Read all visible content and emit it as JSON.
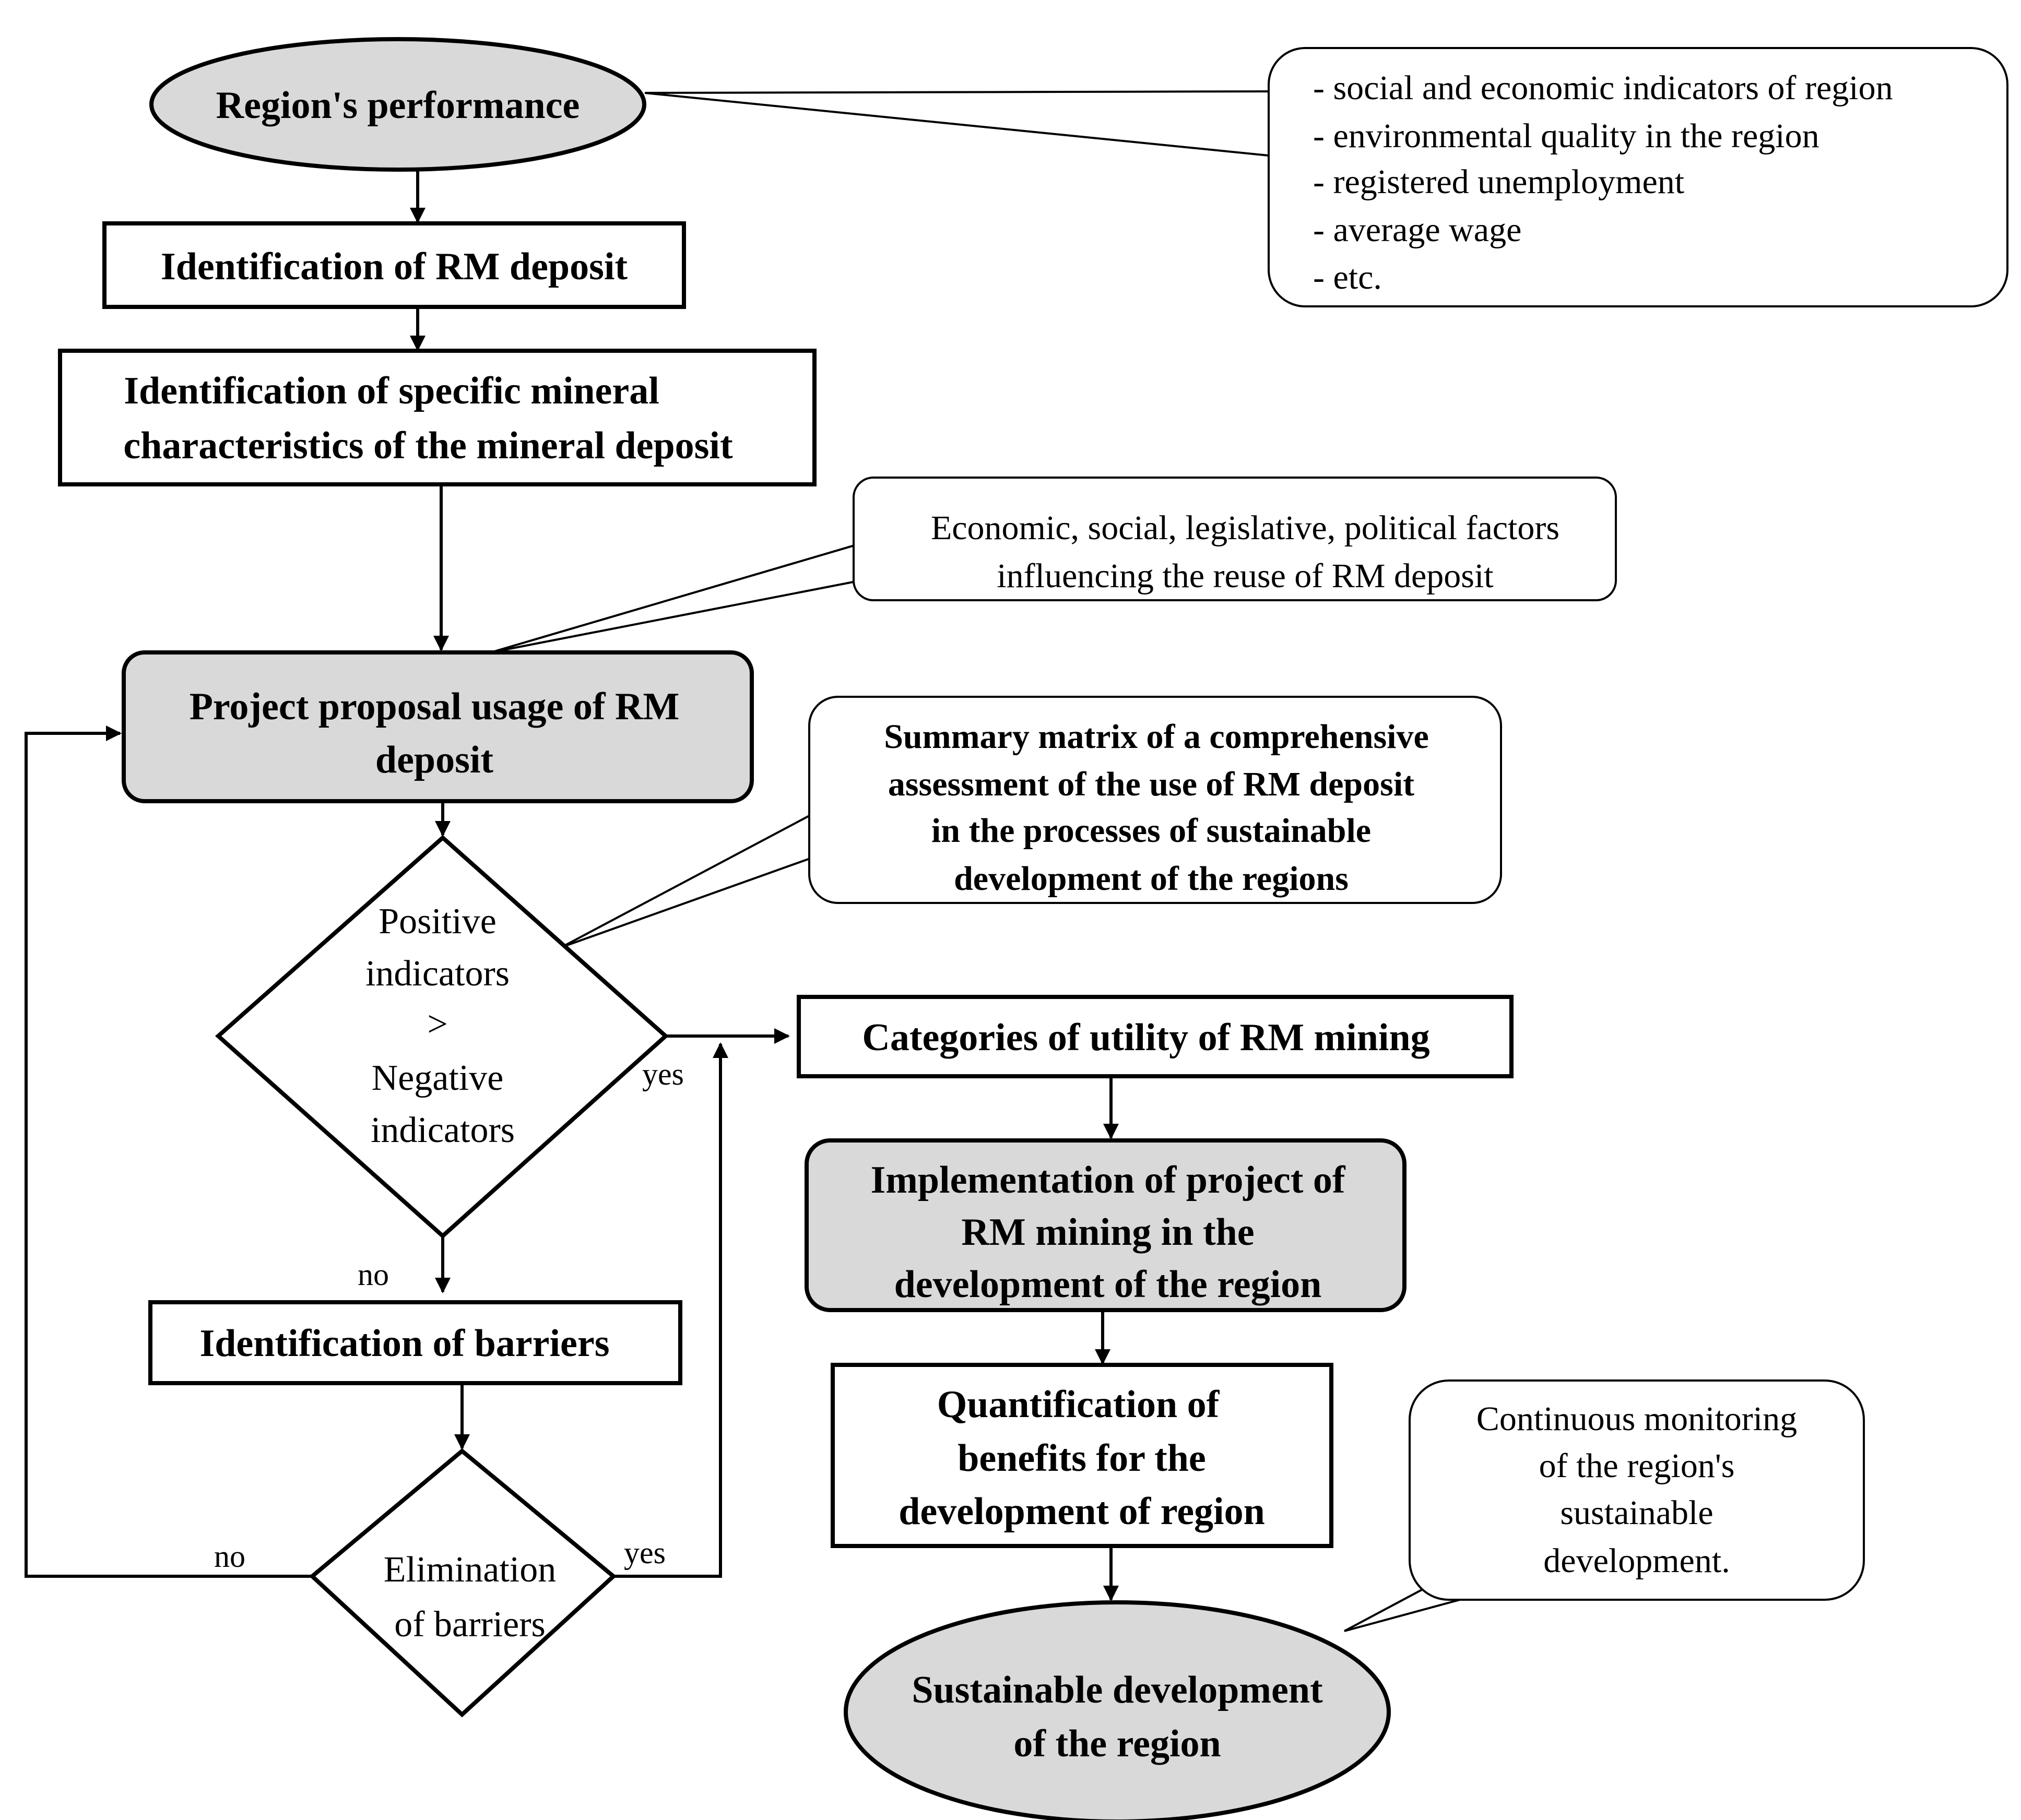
{
  "nodes": {
    "regions_performance": {
      "label": "Region's performance"
    },
    "identification_rm_deposit": {
      "label": "Identification  of RM deposit"
    },
    "identification_mineral": {
      "lines": [
        "Identification  of specific mineral",
        "characteristics  of the mineral  deposit"
      ]
    },
    "project_proposal": {
      "lines": [
        "Project  proposal usage of RM",
        "deposit"
      ]
    },
    "decision_indicators": {
      "lines": [
        "Positive",
        "indicators",
        ">",
        "Negative",
        "indicators"
      ]
    },
    "categories_utility": {
      "label": "Categories of utility  of RM mining"
    },
    "implementation": {
      "lines": [
        "Implementation  of  project  of",
        "RM mining  in the",
        "development  of the region"
      ]
    },
    "identification_barriers": {
      "label": "Identification  of barriers"
    },
    "elimination_barriers": {
      "lines": [
        "Elimination",
        "of barriers"
      ]
    },
    "quantification": {
      "lines": [
        "Quantification  of",
        "benefits for the",
        "development  of region"
      ]
    },
    "sustainable_development": {
      "lines": [
        "Sustainable  development",
        "of the region"
      ]
    }
  },
  "callouts": {
    "region_indicators": {
      "lines": [
        "- social and economic indicators of region",
        "- environmental  quality  in the region",
        "- registered unemployment",
        "- average wage",
        "- etc."
      ]
    },
    "factors": {
      "lines": [
        "Economic,  social, legislative,  political  factors",
        "influencing  the reuse of RM deposit"
      ]
    },
    "summary_matrix": {
      "lines": [
        "Summary matrix of a comprehensive",
        "assessment of the use of RM deposit",
        "in the processes of sustainable",
        "development of the regions"
      ]
    },
    "monitoring": {
      "lines": [
        "Continuous  monitoring",
        "of the region's",
        "sustainable",
        "development."
      ]
    }
  },
  "edge_labels": {
    "decision_yes": "yes",
    "decision_no": "no",
    "elimination_yes": "yes",
    "elimination_no": "no"
  },
  "colors": {
    "shaded_fill": "#d9d9d9",
    "stroke": "#000000"
  }
}
